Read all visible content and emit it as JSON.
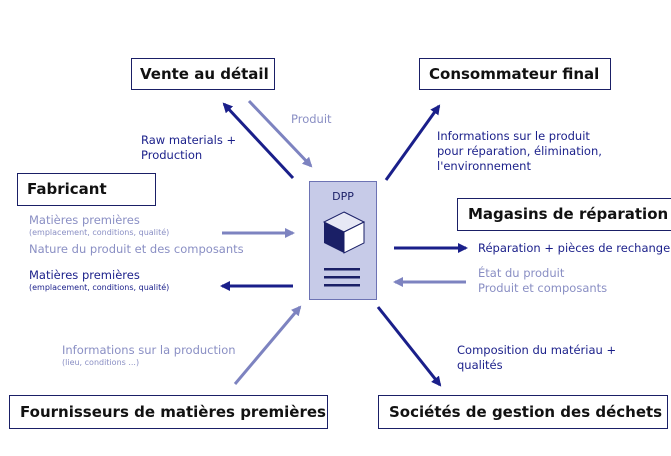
{
  "boxes": {
    "vente": "Vente au détail",
    "consommateur": "Consommateur final",
    "fabricant": "Fabricant",
    "magasins": "Magasins de réparation",
    "fournisseurs": "Fournisseurs de matières premières",
    "societes": "Sociétés de gestion des déchets"
  },
  "center": {
    "label": "DPP"
  },
  "labels": {
    "produit": "Produit",
    "raw_line1": "Raw materials +",
    "raw_line2": "Production",
    "info_produit_1": "Informations sur le produit",
    "info_produit_2": "pour réparation, élimination,",
    "info_produit_3": "l'environnement",
    "mp_in_1": "Matières premières",
    "mp_in_2": "(emplacement, conditions, qualité)",
    "nature": "Nature du produit et des composants",
    "mp_out_1": "Matières premières",
    "mp_out_2": "(emplacement, conditions, qualité)",
    "reparation": "Réparation + pièces de rechange",
    "etat_1": "État du produit",
    "etat_2": "Produit et composants",
    "info_prod_1": "Informations sur la production",
    "info_prod_2": "(lieu, conditions ...)",
    "composition_1": "Composition du matériau +",
    "composition_2": "qualités"
  },
  "colors": {
    "dark": "#1a1f8a",
    "light": "#8a8fc4",
    "dpp_fill": "#c7cbe8"
  }
}
